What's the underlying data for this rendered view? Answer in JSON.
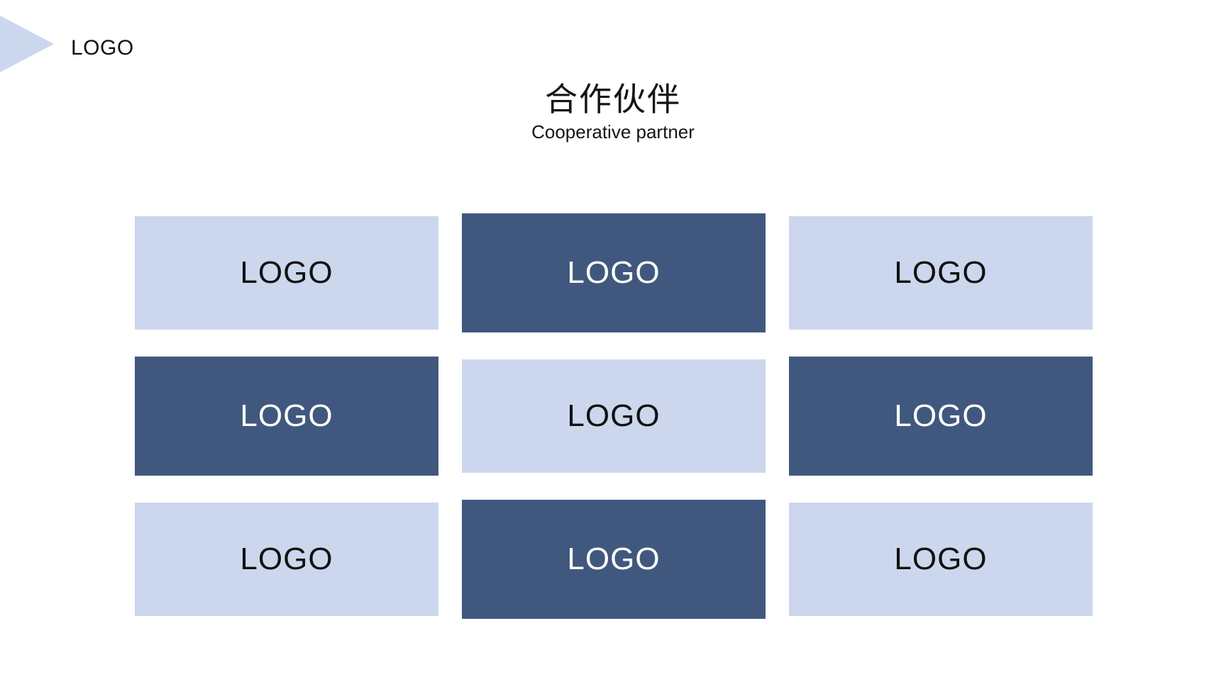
{
  "slide": {
    "corner": {
      "logo_label": "LOGO",
      "triangle_icon": "right-pointing-triangle"
    },
    "header": {
      "title": "合作伙伴",
      "subtitle": "Cooperative partner"
    },
    "colors": {
      "light_box": "#ccd7ed",
      "dark_box": "#41587e",
      "text_on_light": "#111111",
      "text_on_dark": "#ffffff",
      "background": "#ffffff"
    },
    "grid": {
      "rows": [
        {
          "cells": [
            {
              "label": "LOGO",
              "variant": "light"
            },
            {
              "label": "LOGO",
              "variant": "dark"
            },
            {
              "label": "LOGO",
              "variant": "light"
            }
          ]
        },
        {
          "cells": [
            {
              "label": "LOGO",
              "variant": "dark"
            },
            {
              "label": "LOGO",
              "variant": "light"
            },
            {
              "label": "LOGO",
              "variant": "dark"
            }
          ]
        },
        {
          "cells": [
            {
              "label": "LOGO",
              "variant": "light"
            },
            {
              "label": "LOGO",
              "variant": "dark"
            },
            {
              "label": "LOGO",
              "variant": "light"
            }
          ]
        }
      ]
    }
  }
}
